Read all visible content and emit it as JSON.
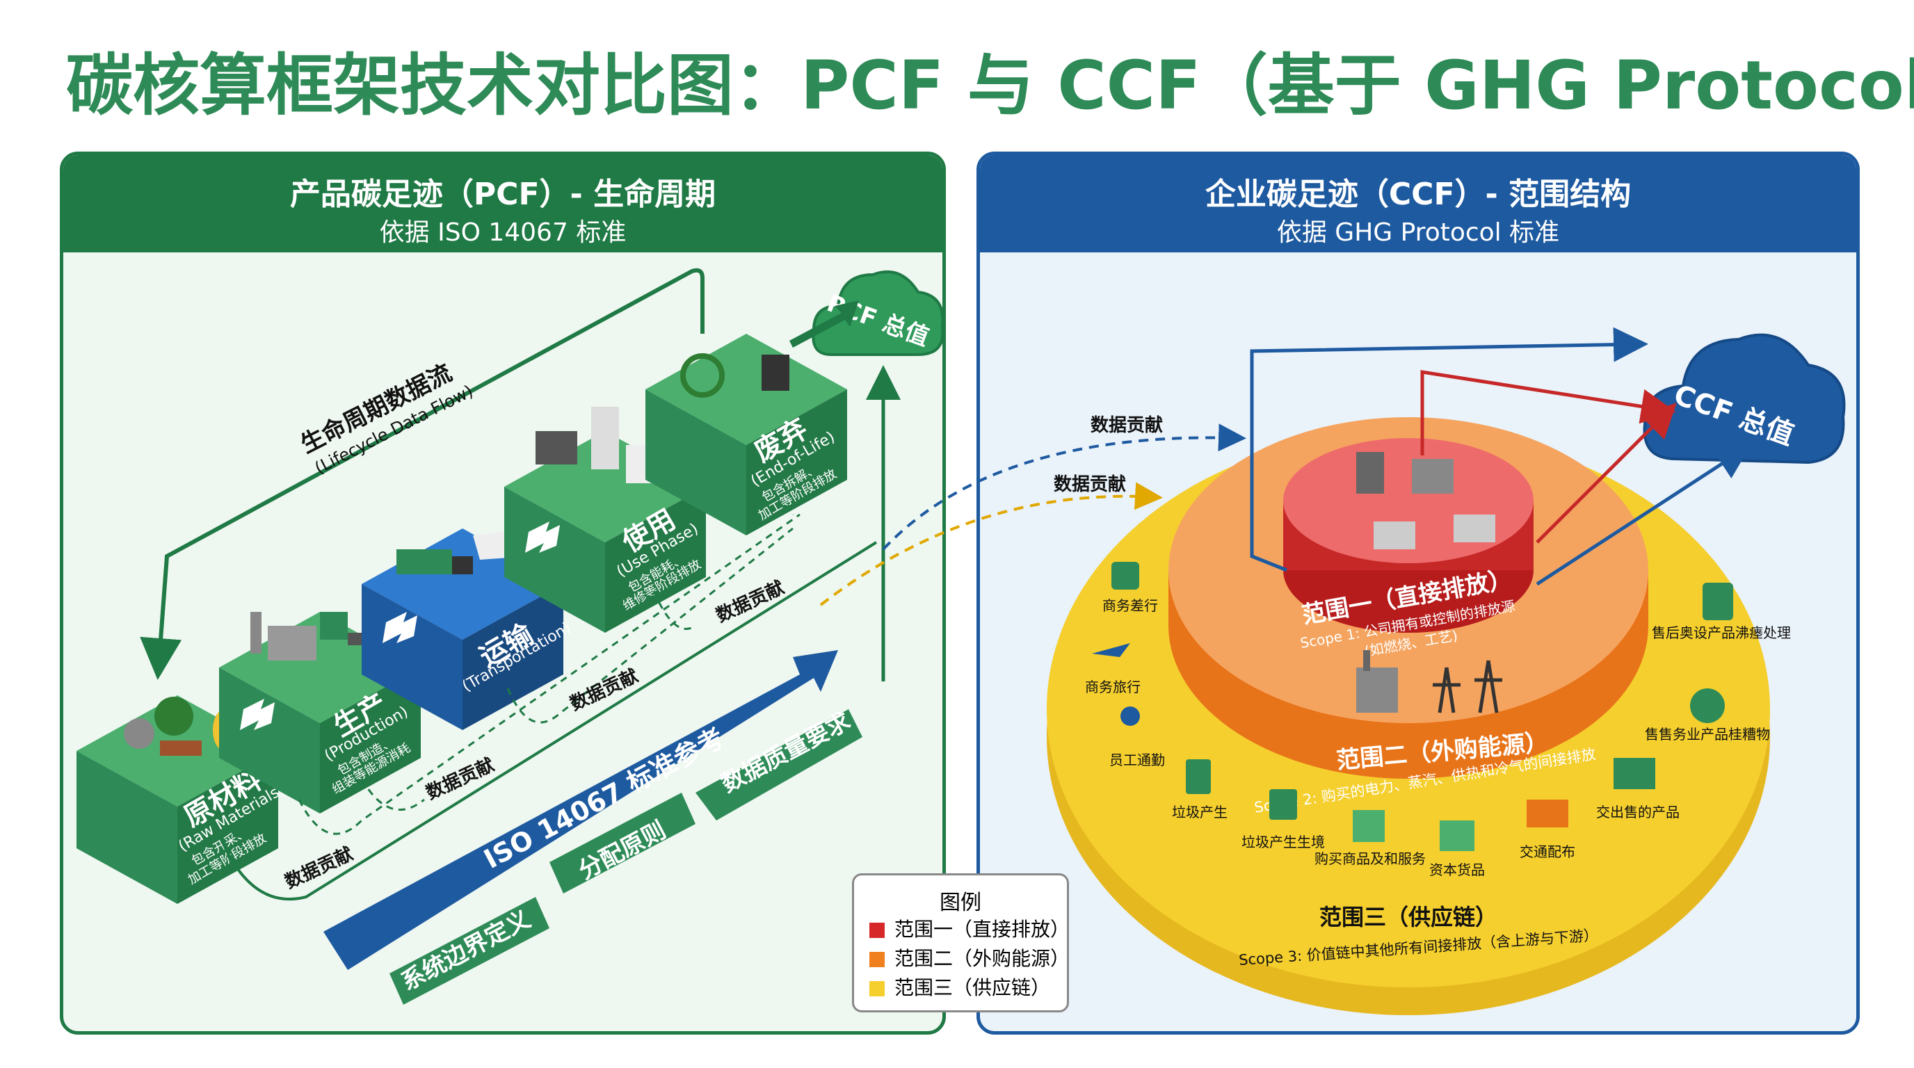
{
  "title": {
    "main": "碳核算框架技术对比图：PCF 与 CCF（基于 GHG Protocol）"
  },
  "pcf": {
    "header": "产品碳足迹（PCF）- 生命周期",
    "sub": "依据 ISO 14067 标准",
    "cloud": "PCF 总值",
    "flow_label": "生命周期数据流",
    "flow_label_en": "(Lifecycle Data Flow)",
    "contribution": "数据贡献",
    "stages": [
      {
        "cn": "原材料",
        "en": "(Raw Materials)",
        "d1": "包含开采、",
        "d2": "加工等阶段排放"
      },
      {
        "cn": "生产",
        "en": "(Production)",
        "d1": "包含制造、",
        "d2": "组装等能源消耗"
      },
      {
        "cn": "运输",
        "en": "(Transportation)",
        "d1": "",
        "d2": ""
      },
      {
        "cn": "使用",
        "en": "(Use Phase)",
        "d1": "包含能耗、",
        "d2": "维修等阶段排放"
      },
      {
        "cn": "废弃",
        "en": "(End-of-Life)",
        "d1": "包含拆解、",
        "d2": "加工等阶段排放"
      }
    ],
    "arrows": [
      "ISO 14067 标准参考",
      "数据质量要求",
      "分配原则",
      "系统边界定义"
    ]
  },
  "ccf": {
    "header": "企业碳足迹（CCF）- 范围结构",
    "sub": "依据 GHG Protocol 标准",
    "cloud": "CCF 总值",
    "contribution": "数据贡献",
    "scope1": {
      "title": "范围一（直接排放）",
      "desc": "Scope 1: 公司拥有或控制的排放源",
      "desc2": "(如燃烧、工艺)"
    },
    "scope2": {
      "title": "范围二（外购能源）",
      "desc": "Scope 2: 购买的电力、蒸汽、供热和冷气的间接排放"
    },
    "scope3": {
      "title": "范围三（供应链）",
      "desc": "Scope 3: 价值链中其他所有间接排放（含上游与下游）"
    },
    "s3_items": [
      "商务差行",
      "商务旅行",
      "员工通勤",
      "垃圾产生",
      "垃圾产生生境",
      "购买商品及和服务",
      "资本货品",
      "交通配布",
      "交出售的产品",
      "售售务业产品桂糟物",
      "售后奥设产品沸瘗处理"
    ]
  },
  "legend": {
    "title": "图例",
    "items": [
      {
        "label": "范围一（直接排放）",
        "color": "#d62828"
      },
      {
        "label": "范围二（外购能源）",
        "color": "#f07f1d"
      },
      {
        "label": "范围三（供应链）",
        "color": "#f5cf2e"
      }
    ]
  },
  "colors": {
    "green": "#1f7a45",
    "blue": "#1e5aa0",
    "scope1": "#e05a5a",
    "scope2": "#f08a32",
    "scope3": "#f5cf2e"
  }
}
